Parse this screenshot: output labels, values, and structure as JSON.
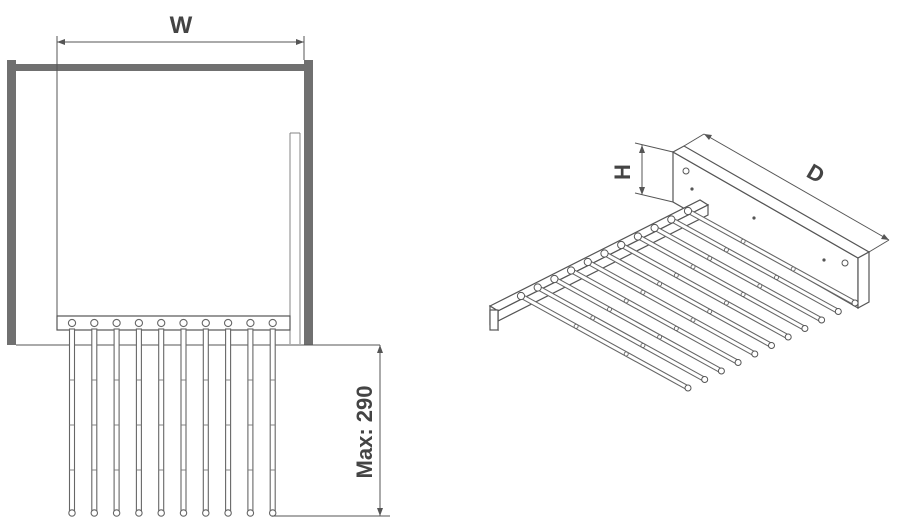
{
  "top_view": {
    "width_label": "W",
    "max_label": "Max: 290",
    "rod_count": 10
  },
  "iso_view": {
    "height_label": "H",
    "depth_label": "D",
    "rod_count": 11
  },
  "colors": {
    "wall": "#707070",
    "line": "#555555",
    "text": "#444444"
  }
}
